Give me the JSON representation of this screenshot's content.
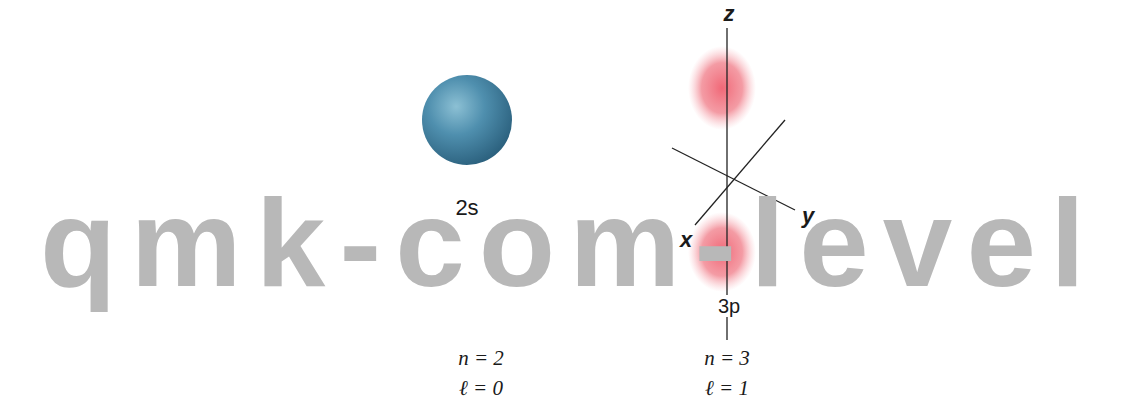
{
  "diagram": {
    "labels": [
      "qmk-com-level",
      "2s",
      "z",
      "y",
      "x",
      "3p",
      "n = 2",
      "ℓ = 0",
      "n = 3",
      "ℓ = 1"
    ]
  }
}
